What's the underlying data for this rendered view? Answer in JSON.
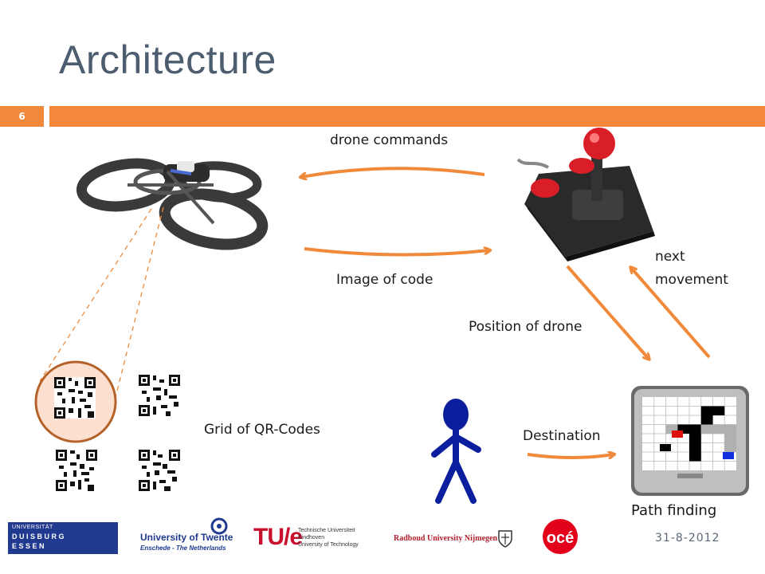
{
  "slide": {
    "title": "Architecture",
    "number": "6",
    "date": "31-8-2012"
  },
  "diagram": {
    "labels": {
      "drone_commands": "drone commands",
      "image_of_code": "Image of code",
      "position_of_drone": "Position of drone",
      "next_movement": "next movement",
      "grid_of_qr_codes": "Grid of QR-Codes",
      "destination": "Destination",
      "path_finding": "Path finding"
    },
    "colors": {
      "arrow": "#f08a3a",
      "title": "#4d5d70",
      "bar": "#f5873a"
    }
  },
  "footer": {
    "logos": {
      "ude_small": "UNIVERSITÄT",
      "ude_line1": "DUISBURG",
      "ude_line2": "ESSEN",
      "twente_main": "University of Twente",
      "twente_sub": "Enschede - The Netherlands",
      "tue_mark": "TU/e",
      "tue_line1": "Technische Universiteit",
      "tue_line2": "Eindhoven",
      "tue_line3": "University of Technology",
      "radboud": "Radboud University Nijmegen",
      "oce": "océ"
    }
  }
}
